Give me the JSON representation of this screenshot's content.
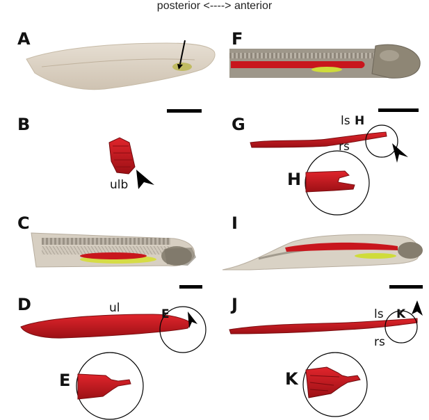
{
  "header": {
    "orientation": "posterior <----> anterior"
  },
  "panels": {
    "A": "A",
    "B": "B",
    "C": "C",
    "D": "D",
    "E": "E",
    "F": "F",
    "G": "G",
    "H": "H",
    "I": "I",
    "J": "J",
    "K": "K"
  },
  "inline_labels": {
    "E": "E",
    "H": "H",
    "K": "K"
  },
  "annotations": {
    "ulb": "ulb",
    "ul": "ul",
    "ls_g": "ls",
    "rs_g": "rs",
    "ls_j": "ls",
    "rs_j": "rs"
  },
  "colors": {
    "lung": "#c8161d",
    "lung_dark": "#7a0d10",
    "body": "#d9cfc0",
    "skeleton": "#8f8a80",
    "yolk": "#cfdc3a",
    "scalebar": "#000000"
  }
}
